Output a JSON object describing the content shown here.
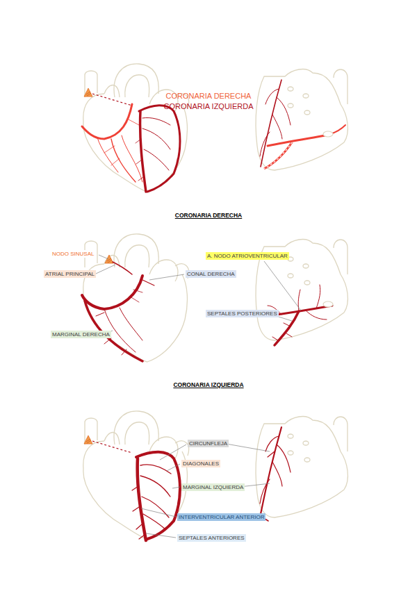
{
  "diagram": {
    "labels": [
      "CORONARIA DERECHA",
      "CORONARIA IZQUIERDA",
      "CORONARIA DERECHA",
      "NODO SINUSAL",
      "ATRIAL PRINCIPAL",
      "CONAL DERECHA",
      "A. NODO ATRIOVENTRICULAR",
      "SEPTALES POSTERIORES",
      "MARGINAL DERECHA",
      "CORONARIA IZQUIERDA",
      "CIRCUNFLEJA",
      "DIAGONALES",
      "MARGINAL IZQUIERDA",
      "INTERVENTRICULAR ANTERIOR",
      "SEPTALES ANTERIORES"
    ]
  }
}
